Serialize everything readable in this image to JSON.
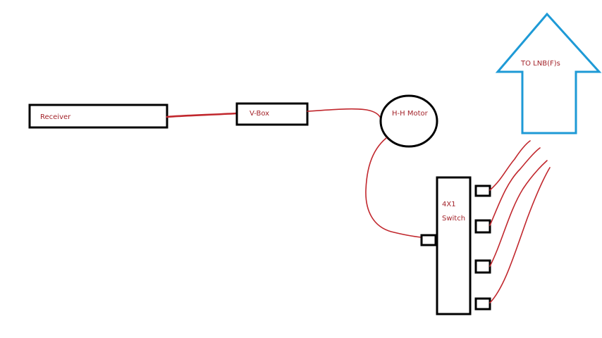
{
  "labels": {
    "receiver": "Receiver",
    "vbox": "V-Box",
    "motor": "H-H Motor",
    "switch_line1": "4X1",
    "switch_line2": "Switch",
    "arrow": "TO LNB(F)s"
  },
  "colors": {
    "outline": "#000000",
    "wire": "#c1272d",
    "text": "#a3232a",
    "arrow": "#1e9ad6"
  }
}
